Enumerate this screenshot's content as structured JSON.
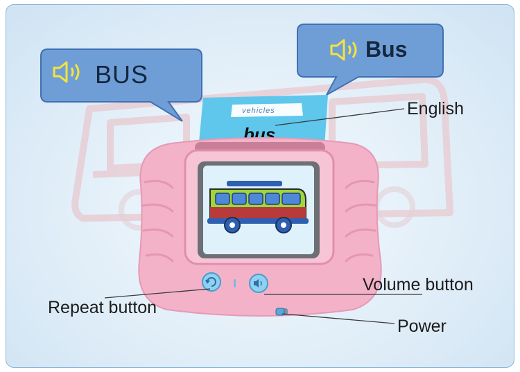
{
  "bubble_left": {
    "text": "BUS",
    "icon": "speaker-icon"
  },
  "bubble_right": {
    "text": "Bus",
    "icon": "speaker-icon"
  },
  "card": {
    "category": "vehicles",
    "word": "bus"
  },
  "callouts": {
    "english": "English",
    "volume_button": "Volume button",
    "repeat_button": "Repeat button",
    "power": "Power"
  },
  "colors": {
    "bubble_fill": "#6f9ed6",
    "device_pink": "#f3b2c8",
    "card_blue": "#5fc6ec",
    "speaker_icon": "#f5e43a"
  }
}
